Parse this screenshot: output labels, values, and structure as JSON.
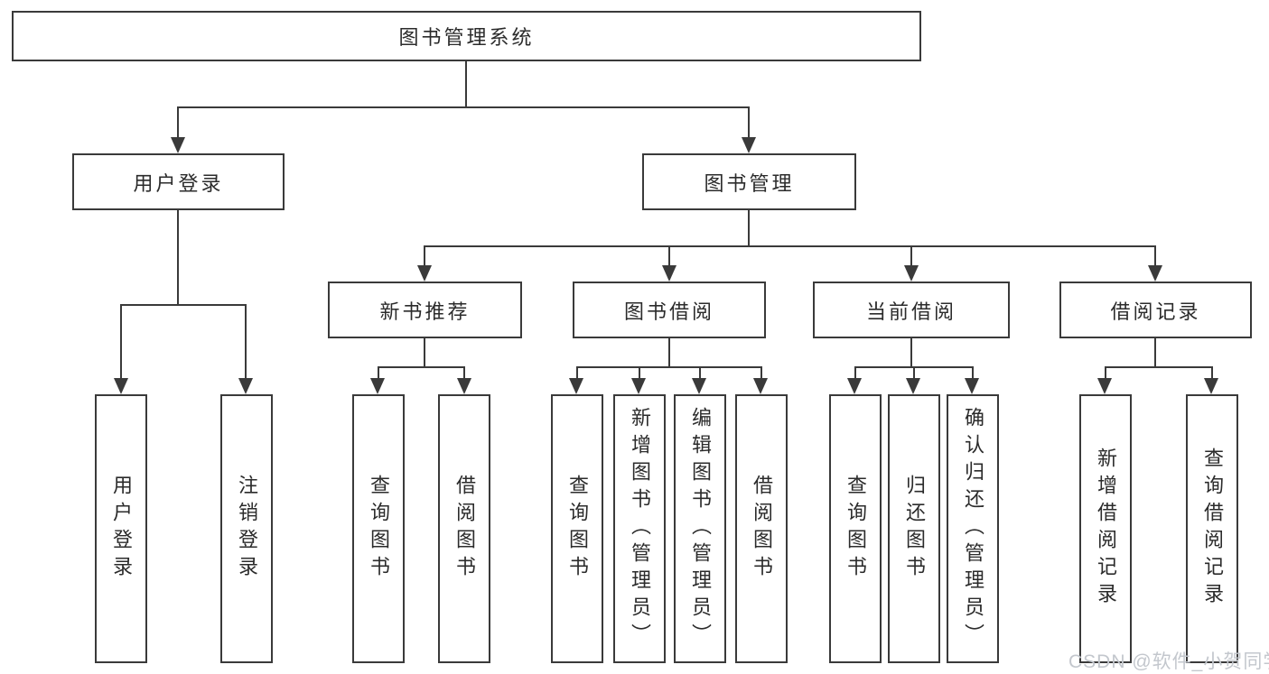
{
  "colors": {
    "line": "#3a3a3a",
    "box_border": "#3a3a3a",
    "text": "#2b2b2b",
    "watermark": "#c3c7cd",
    "background": "#ffffff"
  },
  "nodes": {
    "root": "图书管理系统",
    "level2": {
      "user_login": "用户登录",
      "book_management": "图书管理"
    },
    "level3": {
      "new_book_recommend": "新书推荐",
      "book_borrowing": "图书借阅",
      "current_borrowing": "当前借阅",
      "borrowing_records": "借阅记录"
    },
    "leaves": {
      "user_login": [
        "用户登录",
        "注销登录"
      ],
      "new_book_recommend": [
        "查询图书",
        "借阅图书"
      ],
      "book_borrowing": [
        "查询图书",
        "新增图书（管理员）",
        "编辑图书（管理员）",
        "借阅图书"
      ],
      "current_borrowing": [
        "查询图书",
        "归还图书",
        "确认归还（管理员）"
      ],
      "borrowing_records": [
        "新增借阅记录",
        "查询借阅记录"
      ]
    }
  },
  "watermark": "CSDN @软件_小贺同学"
}
